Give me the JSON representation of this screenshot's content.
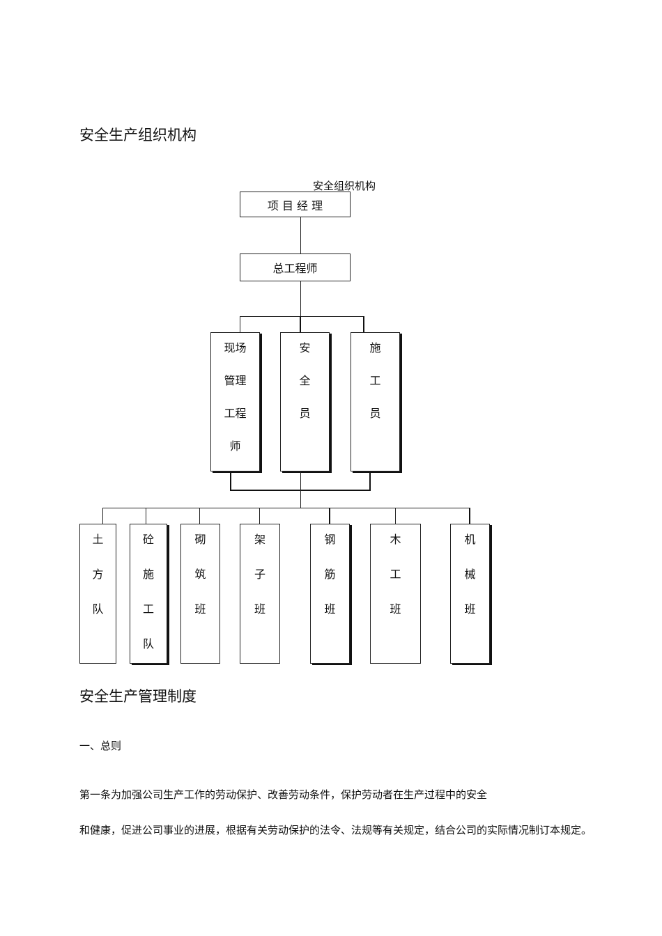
{
  "section1_title": "安全生产组织机构",
  "chart_caption": "安全组织机构",
  "org": {
    "top": "项 目 经 理",
    "chief": "总工程师",
    "middle": [
      {
        "chars": [
          "现场",
          "管理",
          "工程",
          "师"
        ]
      },
      {
        "chars": [
          "安",
          "全",
          "员"
        ]
      },
      {
        "chars": [
          "施",
          "工",
          "员"
        ]
      }
    ],
    "teams": [
      {
        "chars": [
          "土",
          "方",
          "队"
        ]
      },
      {
        "chars": [
          "砼",
          "施",
          "工",
          "队"
        ]
      },
      {
        "chars": [
          "砌",
          "筑",
          "班"
        ]
      },
      {
        "chars": [
          "架",
          "子",
          "班"
        ]
      },
      {
        "chars": [
          "钢",
          "筋",
          "班"
        ]
      },
      {
        "chars": [
          "木",
          "工",
          "班"
        ]
      },
      {
        "chars": [
          "机",
          "械",
          "班"
        ]
      }
    ]
  },
  "section2_title": "安全生产管理制度",
  "subsection": "一、总则",
  "paragraph1": "第一条为加强公司生产工作的劳动保护、改善劳动条件，保护劳动者在生产过程中的安全",
  "paragraph2": "和健康，促进公司事业的进展，根据有关劳动保护的法令、法规等有关规定，结合公司的实际情况制订本规定。"
}
